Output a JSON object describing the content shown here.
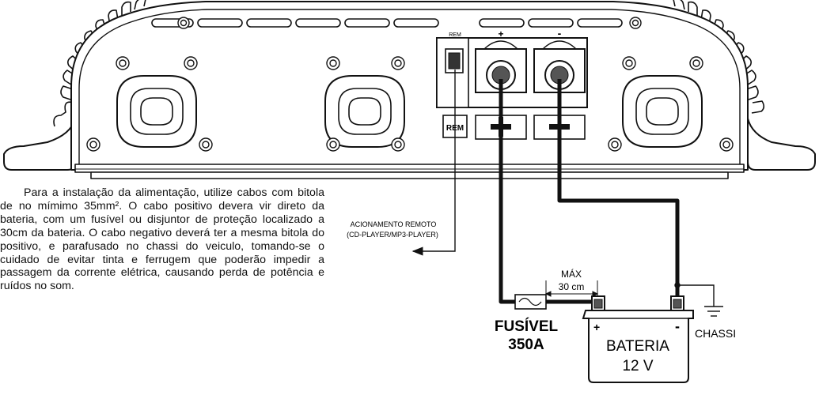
{
  "amplifier": {
    "terminal_labels": {
      "rem": "REM",
      "positive": "+",
      "negative": "-"
    },
    "rem_block_label": "REM"
  },
  "remote": {
    "line1": "ACIONAMENTO REMOTO",
    "line2": "(CD-PLAYER/MP3-PLAYER)"
  },
  "fuse": {
    "line1": "FUSÍVEL",
    "line2": "350A"
  },
  "distance": {
    "label": "MÁX",
    "value": "30 cm"
  },
  "battery": {
    "line1": "BATERIA",
    "line2": "12 V",
    "positive": "+",
    "negative": "-"
  },
  "chassis": {
    "label": "CHASSI"
  },
  "instructions": "Para a instalação da alimentação, utilize cabos com bitola de no mímimo 35mm². O cabo positivo devera vir direto da bateria, com um fusível ou disjuntor de proteção localizado a 30cm da bateria. O cabo negativo deverá ter a mesma bitola do positivo, e parafusado no chassi do veiculo, tomando-se o cuidado de evitar tinta e ferrugem que poderão impedir a passagem da corrente elétrica, causando perda de potência e ruídos no som."
}
